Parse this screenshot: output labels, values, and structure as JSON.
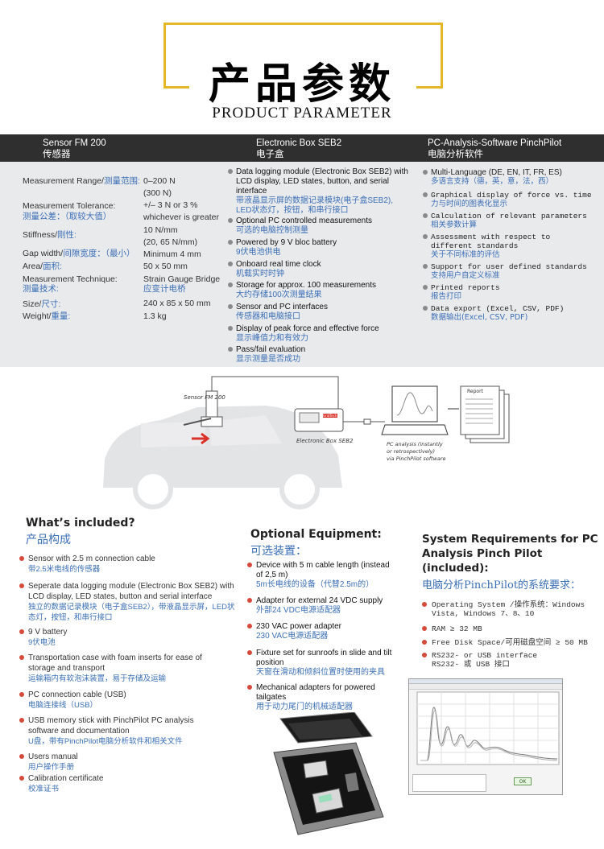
{
  "title": {
    "cn": "产品参数",
    "en": "PRODUCT PARAMETER"
  },
  "columns": [
    {
      "en": "Sensor FM 200",
      "cn": "传感器"
    },
    {
      "en": "Electronic Box SEB2",
      "cn": "电子盒"
    },
    {
      "en": "PC-Analysis-Software PinchPilot",
      "cn": "电脑分析软件"
    }
  ],
  "sensor_specs": [
    {
      "label": "Measurement Range/",
      "label_cn": "测量范围:",
      "value": "0–200 N"
    },
    {
      "label": "",
      "label_cn": "",
      "value": "(300 N)"
    },
    {
      "label": "Measurement Tolerance:",
      "label_cn": "",
      "value": "+/– 3 N or 3 %"
    },
    {
      "label": "",
      "label_cn": "测量公差：（取较大值）",
      "value": "whichever is greater"
    },
    {
      "label": "",
      "label_cn": "",
      "value": "10 N/mm"
    },
    {
      "label": "Stiffness/",
      "label_cn": "刚性:",
      "value": ""
    },
    {
      "label": "",
      "label_cn": "",
      "value": "(20, 65 N/mm)"
    },
    {
      "label": "Gap width/",
      "label_cn": "间隙宽度：（最小）",
      "value": "Minimum 4 mm"
    },
    {
      "label": "Area/",
      "label_cn": "面积:",
      "value": "50 x 50 mm"
    },
    {
      "label": "Measurement Technique:",
      "label_cn": "",
      "value": "Strain Gauge Bridge"
    },
    {
      "label": "",
      "label_cn": "测量技术:",
      "value": "应变计电桥"
    },
    {
      "label": "Size/",
      "label_cn": "尺寸:",
      "value": "240 x 85 x 50 mm"
    },
    {
      "label": "Weight/",
      "label_cn": "重量:",
      "value": "1.3 kg"
    }
  ],
  "box_features": [
    {
      "en": "Data logging module (Electronic Box SEB2) with LCD display, LED states, button, and serial interface",
      "cn": "带液晶显示屏的数据记录模块(电子盒SEB2), LED状态灯，按钮，和串行接口"
    },
    {
      "en": "Optional PC controlled measurements",
      "cn": "可选的电脑控制测量"
    },
    {
      "en": "Powered by 9 V bloc battery",
      "cn": "9伏电池供电"
    },
    {
      "en": "Onboard real time clock",
      "cn": "机载实时时钟"
    },
    {
      "en": "Storage for approx. 100 measurements",
      "cn": "大约存储100次测量结果"
    },
    {
      "en": "Sensor and PC interfaces",
      "cn": "传感器和电脑接口"
    },
    {
      "en": "Display of peak force and effective force",
      "cn": "显示峰值力和有效力"
    },
    {
      "en": "Pass/fail evaluation",
      "cn": "显示测量是否成功"
    }
  ],
  "software_features": [
    {
      "en": "Multi-Language (DE, EN, IT, FR, ES)",
      "cn": "多语言支持（德，英，意，法，西）"
    },
    {
      "en": "Graphical display of force vs. time",
      "cn": "力与时间的图表化显示"
    },
    {
      "en": "Calculation of relevant parameters",
      "cn": "相关参数计算"
    },
    {
      "en": "Assessment with respect to different standards",
      "cn": "关于不同标准的评估"
    },
    {
      "en": "Support for user defined standards",
      "cn": "支持用户自定义标准"
    },
    {
      "en": "Printed reports",
      "cn": "报告打印"
    },
    {
      "en": "Data export (Excel, CSV, PDF)",
      "cn": "数据输出(Excel, CSV, PDF)"
    }
  ],
  "diagram": {
    "sensor_label": "Sensor FM 200",
    "box_label": "Electronic Box SEB2",
    "pc_label": "PC analysis (instantly or retrospectively) via PinchPilot software",
    "report_label": "Report",
    "brand": "GridTech"
  },
  "included": {
    "title": "What’s included?",
    "title_cn": "产品构成",
    "items": [
      {
        "en": "Sensor with 2.5 m connection cable",
        "cn": "带2.5米电线的传感器"
      },
      {
        "en": "Seperate data logging module (Electronic Box SEB2) with LCD display, LED states, button and serial interface",
        "cn": "独立的数据记录模块（电子盒SEB2），带液晶显示屏，LED状态灯，按钮，和串行接口"
      },
      {
        "en": "9 V battery",
        "cn": "9伏电池"
      },
      {
        "en": "Transportation case with foam inserts for ease of storage and transport",
        "cn": "运输箱内有软泡沫装置，易于存储及运输"
      },
      {
        "en": "PC connection cable (USB)",
        "cn": "电脑连接线（USB）"
      },
      {
        "en": "USB memory stick with PinchPilot PC analysis software and documentation",
        "cn": "U盘，带有PinchPilot电脑分析软件和相关文件"
      },
      {
        "en": "Users manual",
        "cn": "用户操作手册"
      },
      {
        "en": "Calibration certificate",
        "cn": "校准证书"
      }
    ]
  },
  "optional": {
    "title": "Optional Equipment:",
    "title_cn": "可选装置：",
    "items": [
      {
        "en": "Device with 5 m cable length (instead of 2,5 m)",
        "cn": "5m长电线的设备（代替2.5m的）"
      },
      {
        "en": "Adapter for external 24 VDC supply",
        "cn": "外部24 VDC电源适配器"
      },
      {
        "en": "230 VAC power adapter",
        "cn": "230 VAC电源适配器"
      },
      {
        "en": "Fixture set for sunroofs in slide and tilt position",
        "cn": "天窗在滑动和倾斜位置时使用的夹具"
      },
      {
        "en": "Mechanical adapters for powered tailgates",
        "cn": "用于动力尾门的机械适配器"
      }
    ]
  },
  "requirements": {
    "title": "System Requirements for PC Analysis Pinch Pilot (included):",
    "title_cn": "电脑分析PinchPilot的系统要求：",
    "items": [
      "Operating System /操作系统：Windows Vista, Windows 7、8、10",
      "RAM ≥ 32 MB",
      "Free Disk Space/可用磁盘空间 ≥ 50 MB",
      "RS232- or USB interface RS232- 或 USB 接口"
    ]
  },
  "software_window": {
    "ok_label": "OK"
  }
}
